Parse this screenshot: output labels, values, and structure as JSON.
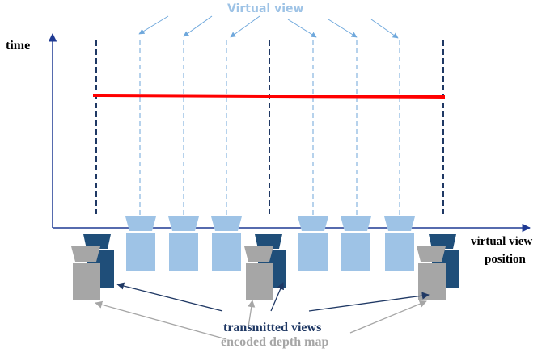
{
  "labels": {
    "virtual_view": "Virtual view",
    "time_axis": "time",
    "x_axis_line1": "virtual view",
    "x_axis_line2": "position",
    "transmitted_views": "transmitted views",
    "encoded_depth_map": "encoded depth map"
  },
  "icons": {
    "virtual_camera": "light-blue-camera-icon",
    "transmitted_camera": "dark-blue-camera-icon",
    "depth_camera": "gray-camera-icon"
  },
  "colors": {
    "axis": "#1f3a93",
    "virtual_view": "#9ec3e6",
    "virtual_view_text": "#9ec3e6",
    "transmitted": "#1f4e79",
    "transmitted_text": "#1f3864",
    "depth": "#a6a6a6",
    "depth_text": "#a6a6a6",
    "time_slice": "#ff0000",
    "transmitted_line": "#1f3864"
  }
}
